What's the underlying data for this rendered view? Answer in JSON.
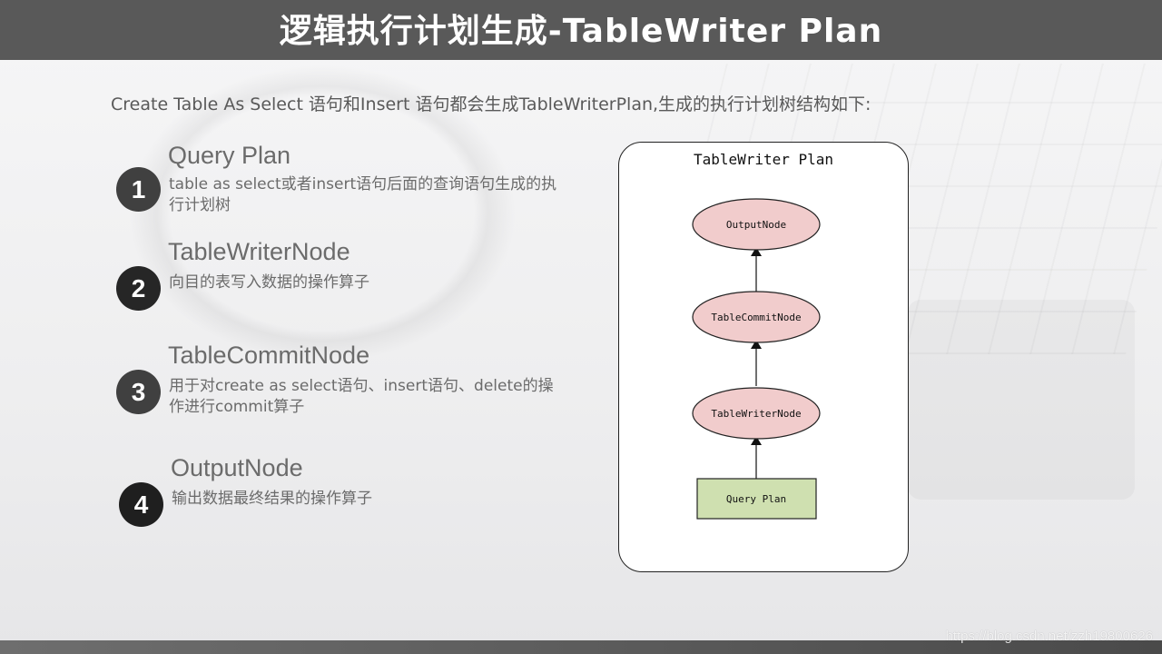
{
  "slide": {
    "title": "逻辑执行计划生成-TableWriter Plan",
    "intro": "Create Table As Select 语句和Insert 语句都会生成TableWriterPlan,生成的执行计划树结构如下:"
  },
  "items": [
    {
      "number": "1",
      "title": "Query Plan",
      "description": "table as select或者insert语句后面的查询语句生成的执行计划树"
    },
    {
      "number": "2",
      "title": "TableWriterNode",
      "description": "向目的表写入数据的操作算子"
    },
    {
      "number": "3",
      "title": "TableCommitNode",
      "description": "用于对create as select语句、insert语句、delete的操作进行commit算子"
    },
    {
      "number": "4",
      "title": "OutputNode",
      "description": "输出数据最终结果的操作算子"
    }
  ],
  "diagram": {
    "title": "TableWriter Plan",
    "nodes": [
      "OutputNode",
      "TableCommitNode",
      "TableWriterNode",
      "Query Plan"
    ],
    "colors": {
      "ellipse_fill": "#f1cccc",
      "box_fill": "#cfe0b0",
      "stroke": "#222222"
    }
  },
  "watermark": "https://blog.csdn.net/zzh19800626"
}
